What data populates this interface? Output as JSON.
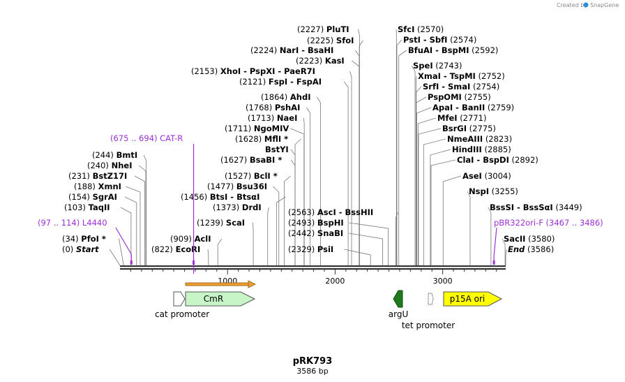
{
  "brand": {
    "created_by": "Created by",
    "name": "SnapGene"
  },
  "plasmid": {
    "name": "pRK793",
    "length_label": "3586 bp",
    "length": 3586
  },
  "axis": {
    "ticks": [
      {
        "label": "1000",
        "value": 1000
      },
      {
        "label": "2000",
        "value": 2000
      },
      {
        "label": "3000",
        "value": 3000
      }
    ]
  },
  "sites": [
    {
      "pos": "(2227)",
      "name": "PluTI",
      "site": 2227
    },
    {
      "pos": "(2225)",
      "name": "SfoI",
      "site": 2225
    },
    {
      "pos": "(2224)",
      "name": "NarI  -  BsaHI",
      "site": 2224
    },
    {
      "pos": "(2223)",
      "name": "KasI",
      "site": 2223
    },
    {
      "pos": "(2153)",
      "name": "XhoI  -  PspXI  -  PaeR7I",
      "site": 2153
    },
    {
      "pos": "(2121)",
      "name": "FspI  -  FspAI",
      "site": 2121
    },
    {
      "pos": "(1864)",
      "name": "AhdI",
      "site": 1864
    },
    {
      "pos": "(1768)",
      "name": "PshAI",
      "site": 1768
    },
    {
      "pos": "(1713)",
      "name": "NaeI",
      "site": 1713
    },
    {
      "pos": "(1711)",
      "name": "NgoMIV",
      "site": 1711
    },
    {
      "pos": "(1628)",
      "name": "MflI *",
      "site": 1628
    },
    {
      "pos": "",
      "name": "BstYI",
      "site": 1628
    },
    {
      "pos": "(1627)",
      "name": "BsaBI *",
      "site": 1627
    },
    {
      "pos": "(1527)",
      "name": "BclI *",
      "site": 1527
    },
    {
      "pos": "(1477)",
      "name": "Bsu36I",
      "site": 1477
    },
    {
      "pos": "(1456)",
      "name": "BtsI  -  BtsαI",
      "site": 1456
    },
    {
      "pos": "(1373)",
      "name": "DrdI",
      "site": 1373
    },
    {
      "pos": "(1239)",
      "name": "ScaI",
      "site": 1239
    },
    {
      "pos": "(909)",
      "name": "AclI",
      "site": 909
    },
    {
      "pos": "(822)",
      "name": "EcoRI",
      "site": 822
    },
    {
      "pos": "(244)",
      "name": "BmtI",
      "site": 244
    },
    {
      "pos": "(240)",
      "name": "NheI",
      "site": 240
    },
    {
      "pos": "(231)",
      "name": "BstZ17I",
      "site": 231
    },
    {
      "pos": "(188)",
      "name": "XmnI",
      "site": 188
    },
    {
      "pos": "(154)",
      "name": "SgrAI",
      "site": 154
    },
    {
      "pos": "(103)",
      "name": "TaqII",
      "site": 103
    },
    {
      "pos": "(34)",
      "name": "PfoI *",
      "site": 34
    },
    {
      "pos": "(0)",
      "name": "Start",
      "site": 0
    },
    {
      "pos": "(2563)",
      "name": "AscI  -  BssHII",
      "site": 2563
    },
    {
      "pos": "(2493)",
      "name": "BspHI",
      "site": 2493
    },
    {
      "pos": "(2442)",
      "name": "SnaBI",
      "site": 2442
    },
    {
      "pos": "(2329)",
      "name": "PsiI",
      "site": 2329
    },
    {
      "pos": "(2570)",
      "name": "SfcI",
      "site": 2570
    },
    {
      "pos": "(2574)",
      "name": "PstI  -  SbfI",
      "site": 2574
    },
    {
      "pos": "(2592)",
      "name": "BfuAI  -  BspMI",
      "site": 2592
    },
    {
      "pos": "(2743)",
      "name": "SpeI",
      "site": 2743
    },
    {
      "pos": "(2752)",
      "name": "XmaI  -  TspMI",
      "site": 2752
    },
    {
      "pos": "(2754)",
      "name": "SrfI  -  SmaI",
      "site": 2754
    },
    {
      "pos": "(2755)",
      "name": "PspOMI",
      "site": 2755
    },
    {
      "pos": "(2759)",
      "name": "ApaI  -  BanII",
      "site": 2759
    },
    {
      "pos": "(2771)",
      "name": "MfeI",
      "site": 2771
    },
    {
      "pos": "(2775)",
      "name": "BsrGI",
      "site": 2775
    },
    {
      "pos": "(2823)",
      "name": "NmeAIII",
      "site": 2823
    },
    {
      "pos": "(2885)",
      "name": "HindIII",
      "site": 2885
    },
    {
      "pos": "(2892)",
      "name": "ClaI  -  BspDI",
      "site": 2892
    },
    {
      "pos": "(3004)",
      "name": "AseI",
      "site": 3004
    },
    {
      "pos": "(3255)",
      "name": "NspI",
      "site": 3255
    },
    {
      "pos": "(3449)",
      "name": "BssSI  -  BssSαI",
      "site": 3449
    },
    {
      "pos": "(3580)",
      "name": "SacII",
      "site": 3580
    },
    {
      "pos": "(3586)",
      "name": "End",
      "site": 3586
    }
  ],
  "primers": [
    {
      "name": "CAT-R",
      "range": "(675 .. 694)",
      "start": 675,
      "end": 694
    },
    {
      "name": "L4440",
      "range": "(97 .. 114)",
      "start": 97,
      "end": 114
    },
    {
      "name": "pBR322ori-F",
      "range": "(3467 .. 3486)",
      "start": 3467,
      "end": 3486
    }
  ],
  "features": [
    {
      "name": "cat promoter",
      "type": "promoter",
      "color": "#ffffff"
    },
    {
      "name": "CmR",
      "type": "cds",
      "color": "#c8f5c8"
    },
    {
      "name": "argU",
      "type": "gene",
      "color": "#1f7a1f"
    },
    {
      "name": "tet promoter",
      "type": "promoter",
      "color": "#ffffff"
    },
    {
      "name": "p15A ori",
      "type": "origin",
      "color": "#ffff00"
    }
  ],
  "colors": {
    "primer": "#9b30d6",
    "orf": "#f0a030"
  }
}
